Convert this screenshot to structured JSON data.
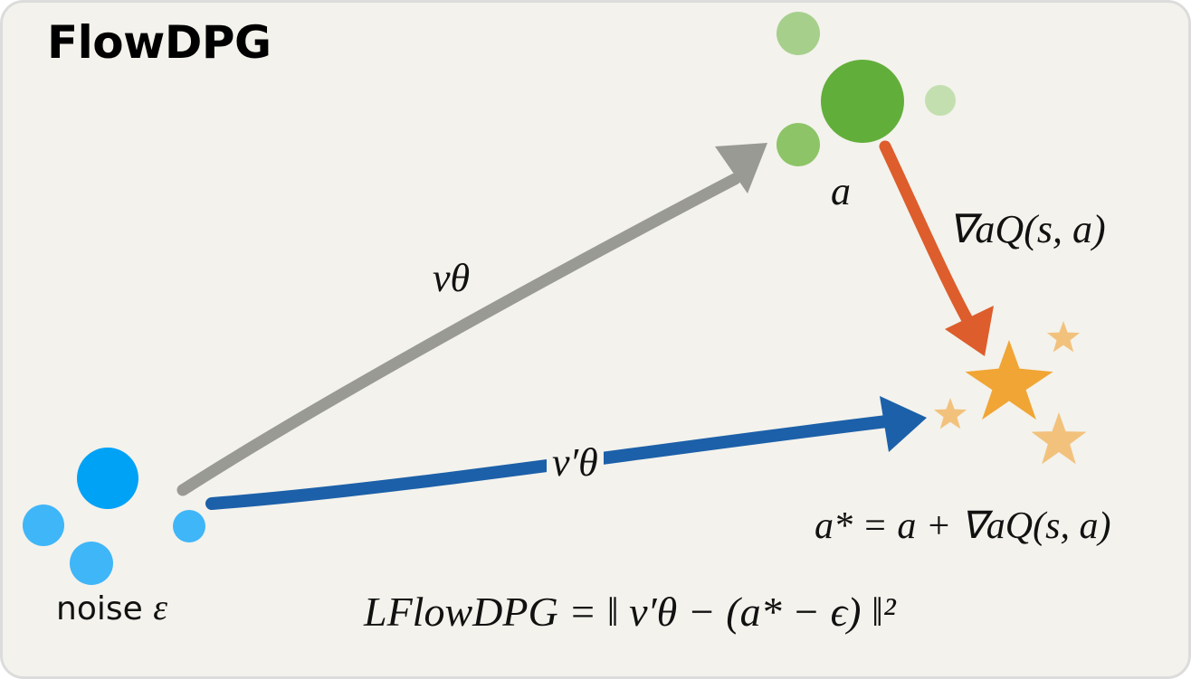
{
  "title": "FlowDPG",
  "labels": {
    "a": "a",
    "grad": "∇aQ(s, a)",
    "v_theta": "vθ",
    "v_theta_prime": "v′θ",
    "a_star": "a* = a + ∇aQ(s, a)",
    "noise": "noise",
    "noise_symbol": "ε",
    "loss": "LFlowDPG = ‖ v′θ − (a* − ϵ) ‖²"
  },
  "colors": {
    "background": "#f3f2ec",
    "border": "#dcdcdc",
    "noise_main": "#00a2f6",
    "noise_light": "#3fb6f8",
    "action_main": "#62ae3a",
    "action_light": "#8dc467",
    "action_lighter": "#b9d9a3",
    "arrow_gray": "#9a9a94",
    "arrow_orange": "#dd5d2c",
    "arrow_blue": "#1c60a9",
    "star_main": "#f1a535",
    "star_light": "#f2c27d"
  }
}
